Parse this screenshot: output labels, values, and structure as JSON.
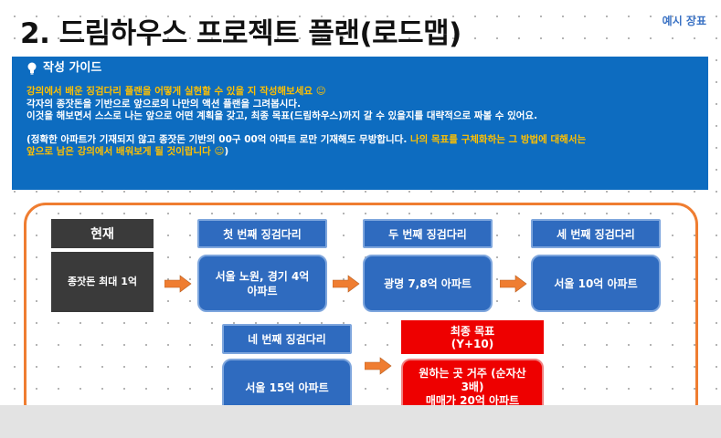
{
  "title": "2. 드림하우스 프로젝트 플랜(로드맵)",
  "example_tag": "예시 장표",
  "guide": {
    "heading": "작성 가이드",
    "line1": "강의에서 배운 징검다리 플랜을 어떻게 실현할 수 있을 지 작성해보세요 ☺",
    "line2": "각자의 종잣돈을 기반으로 앞으로의 나만의 액션 플랜을 그려봅시다.",
    "line3": "이것을 해보면서 스스로 나는 앞으로 어떤 계획을 갖고, 최종 목표(드림하우스)까지 갈 수 있을지를 대략적으로 짜볼 수 있어요.",
    "line4_white": "(정확한 아파트가 기재되지 않고 종잣돈 기반의 00구 00억 아파트 로만 기재해도 무방합니다. ",
    "line4_orange": "나의 목표를 구체화하는 그 방법에 대해서는",
    "line5_orange": "앞으로 남은 강의에서 배워보게 될 것이랍니다 ☺",
    "line5_white": ")"
  },
  "roadmap": {
    "current_header": "현재",
    "current_body": "종잣돈 최대 1억",
    "step1_header": "첫 번째 징검다리",
    "step1_body_1": "서울 노원, 경기 4억",
    "step1_body_2": "아파트",
    "step2_header": "두 번째 징검다리",
    "step2_body": "광명 7,8억 아파트",
    "step3_header": "세 번째 징검다리",
    "step3_body": "서울 10억 아파트",
    "step4_header": "네 번째 징검다리",
    "step4_body": "서울 15억 아파트",
    "final_header_1": "최종 목표",
    "final_header_2": "(Y+10)",
    "final_body_1": "원하는 곳 거주 (순자산",
    "final_body_2": "3배)",
    "final_body_3": "매매가 20억 아파트"
  },
  "colors": {
    "guide_bg": "#0d6cc0",
    "accent_orange": "#ffc000",
    "step_blue": "#2f6bbf",
    "final_red": "#ee0000",
    "frame_orange": "#ef7d31",
    "current_dark": "#3a3a3a"
  }
}
